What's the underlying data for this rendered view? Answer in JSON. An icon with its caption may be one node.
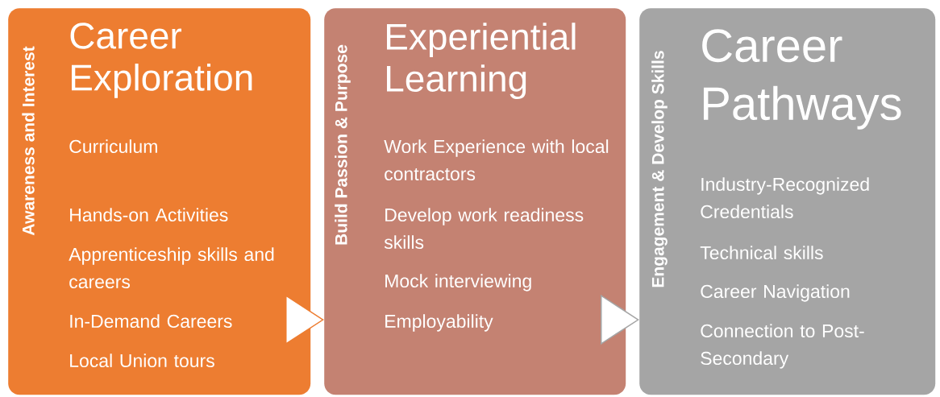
{
  "diagram": {
    "nodes": [
      {
        "text": [
          "Awareness and Interest",
          "Career Exploration",
          "Curriculum",
          "Hands-on Activities",
          "Apprenticeship skills and careers",
          "In-Demand Careers",
          "Local Union tours"
        ]
      },
      {
        "text": [
          "Build Passion & Purpose",
          "Experiential Learning",
          "Work Experience with local contractors",
          "Develop work readiness skills",
          "Mock interviewing",
          "Employability"
        ]
      },
      {
        "text": [
          "Engagement & Develop Skills",
          "Career Pathways",
          "Industry-Recognized Credentials",
          "Technical skills",
          "Career Navigation",
          "Connection to Post-Secondary"
        ]
      }
    ],
    "edges": [
      {
        "from": 0,
        "to": 1,
        "arrow": "to",
        "color": "#ed7d31"
      },
      {
        "from": 1,
        "to": 2,
        "arrow": "to",
        "color": "#a5a5a5"
      }
    ]
  }
}
